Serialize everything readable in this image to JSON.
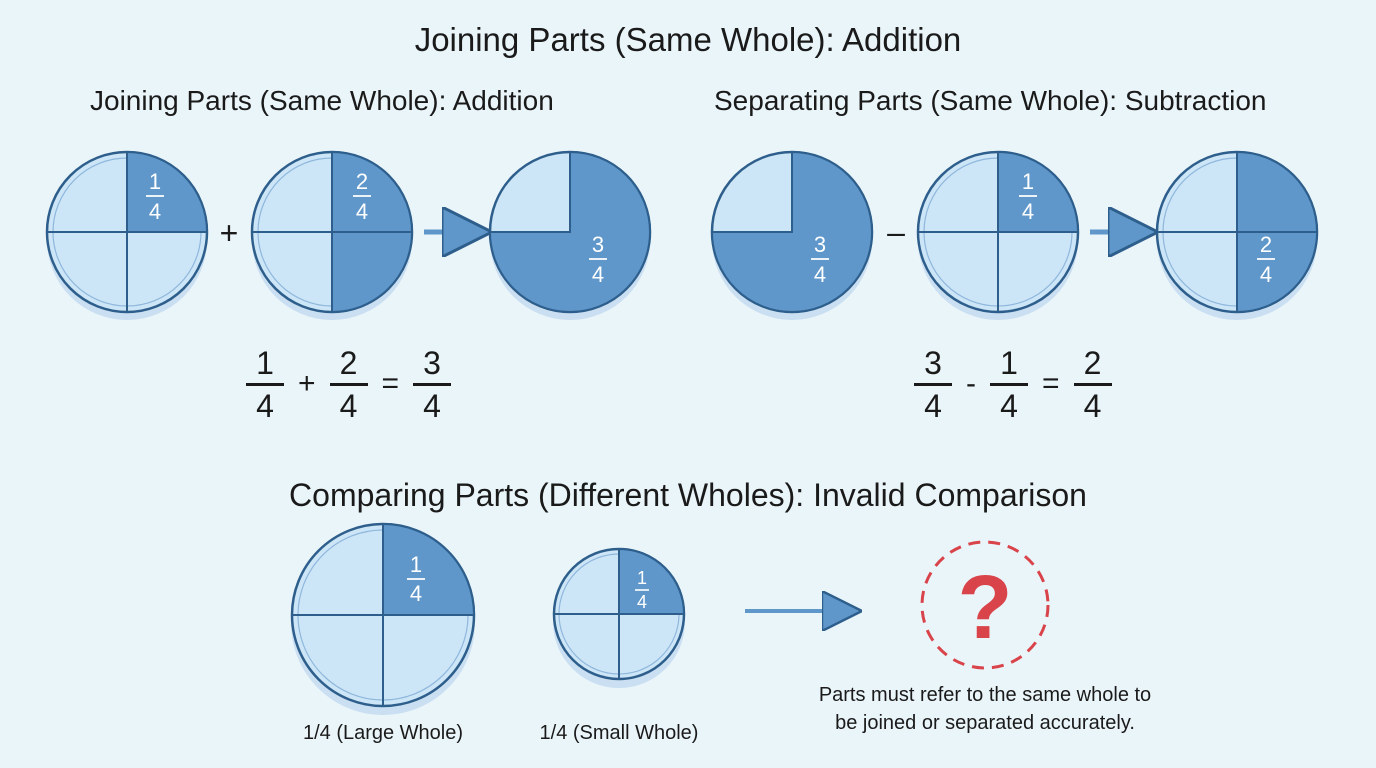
{
  "title": "Joining Parts (Same Whole): Addition",
  "addition": {
    "heading": "Joining Parts (Same Whole): Addition",
    "circle1_label": {
      "num": "1",
      "den": "4"
    },
    "circle2_label": {
      "num": "2",
      "den": "4"
    },
    "circle3_label": {
      "num": "3",
      "den": "4"
    },
    "operator": "+",
    "equation": {
      "a": {
        "num": "1",
        "den": "4"
      },
      "op": "+",
      "b": {
        "num": "2",
        "den": "4"
      },
      "eq": "=",
      "c": {
        "num": "3",
        "den": "4"
      }
    }
  },
  "subtraction": {
    "heading": "Separating Parts (Same Whole): Subtraction",
    "circle1_label": {
      "num": "3",
      "den": "4"
    },
    "circle2_label": {
      "num": "1",
      "den": "4"
    },
    "circle3_label": {
      "num": "2",
      "den": "4"
    },
    "operator": "–",
    "equation": {
      "a": {
        "num": "3",
        "den": "4"
      },
      "op": "-",
      "b": {
        "num": "1",
        "den": "4"
      },
      "eq": "=",
      "c": {
        "num": "2",
        "den": "4"
      }
    }
  },
  "comparison": {
    "heading": "Comparing Parts (Different Wholes): Invalid Comparison",
    "large_label": {
      "num": "1",
      "den": "4"
    },
    "small_label": {
      "num": "1",
      "den": "4"
    },
    "large_caption": "1/4 (Large Whole)",
    "small_caption": "1/4 (Small Whole)",
    "question_mark": "?",
    "note_line1": "Parts must refer to the same whole to",
    "note_line2": "be joined or separated accurately."
  },
  "colors": {
    "background": "#eaf5fa",
    "light_fill": "#cde6f7",
    "dark_fill": "#5f97cb",
    "stroke": "#2e5f8c",
    "warning_red": "#d9434a"
  }
}
